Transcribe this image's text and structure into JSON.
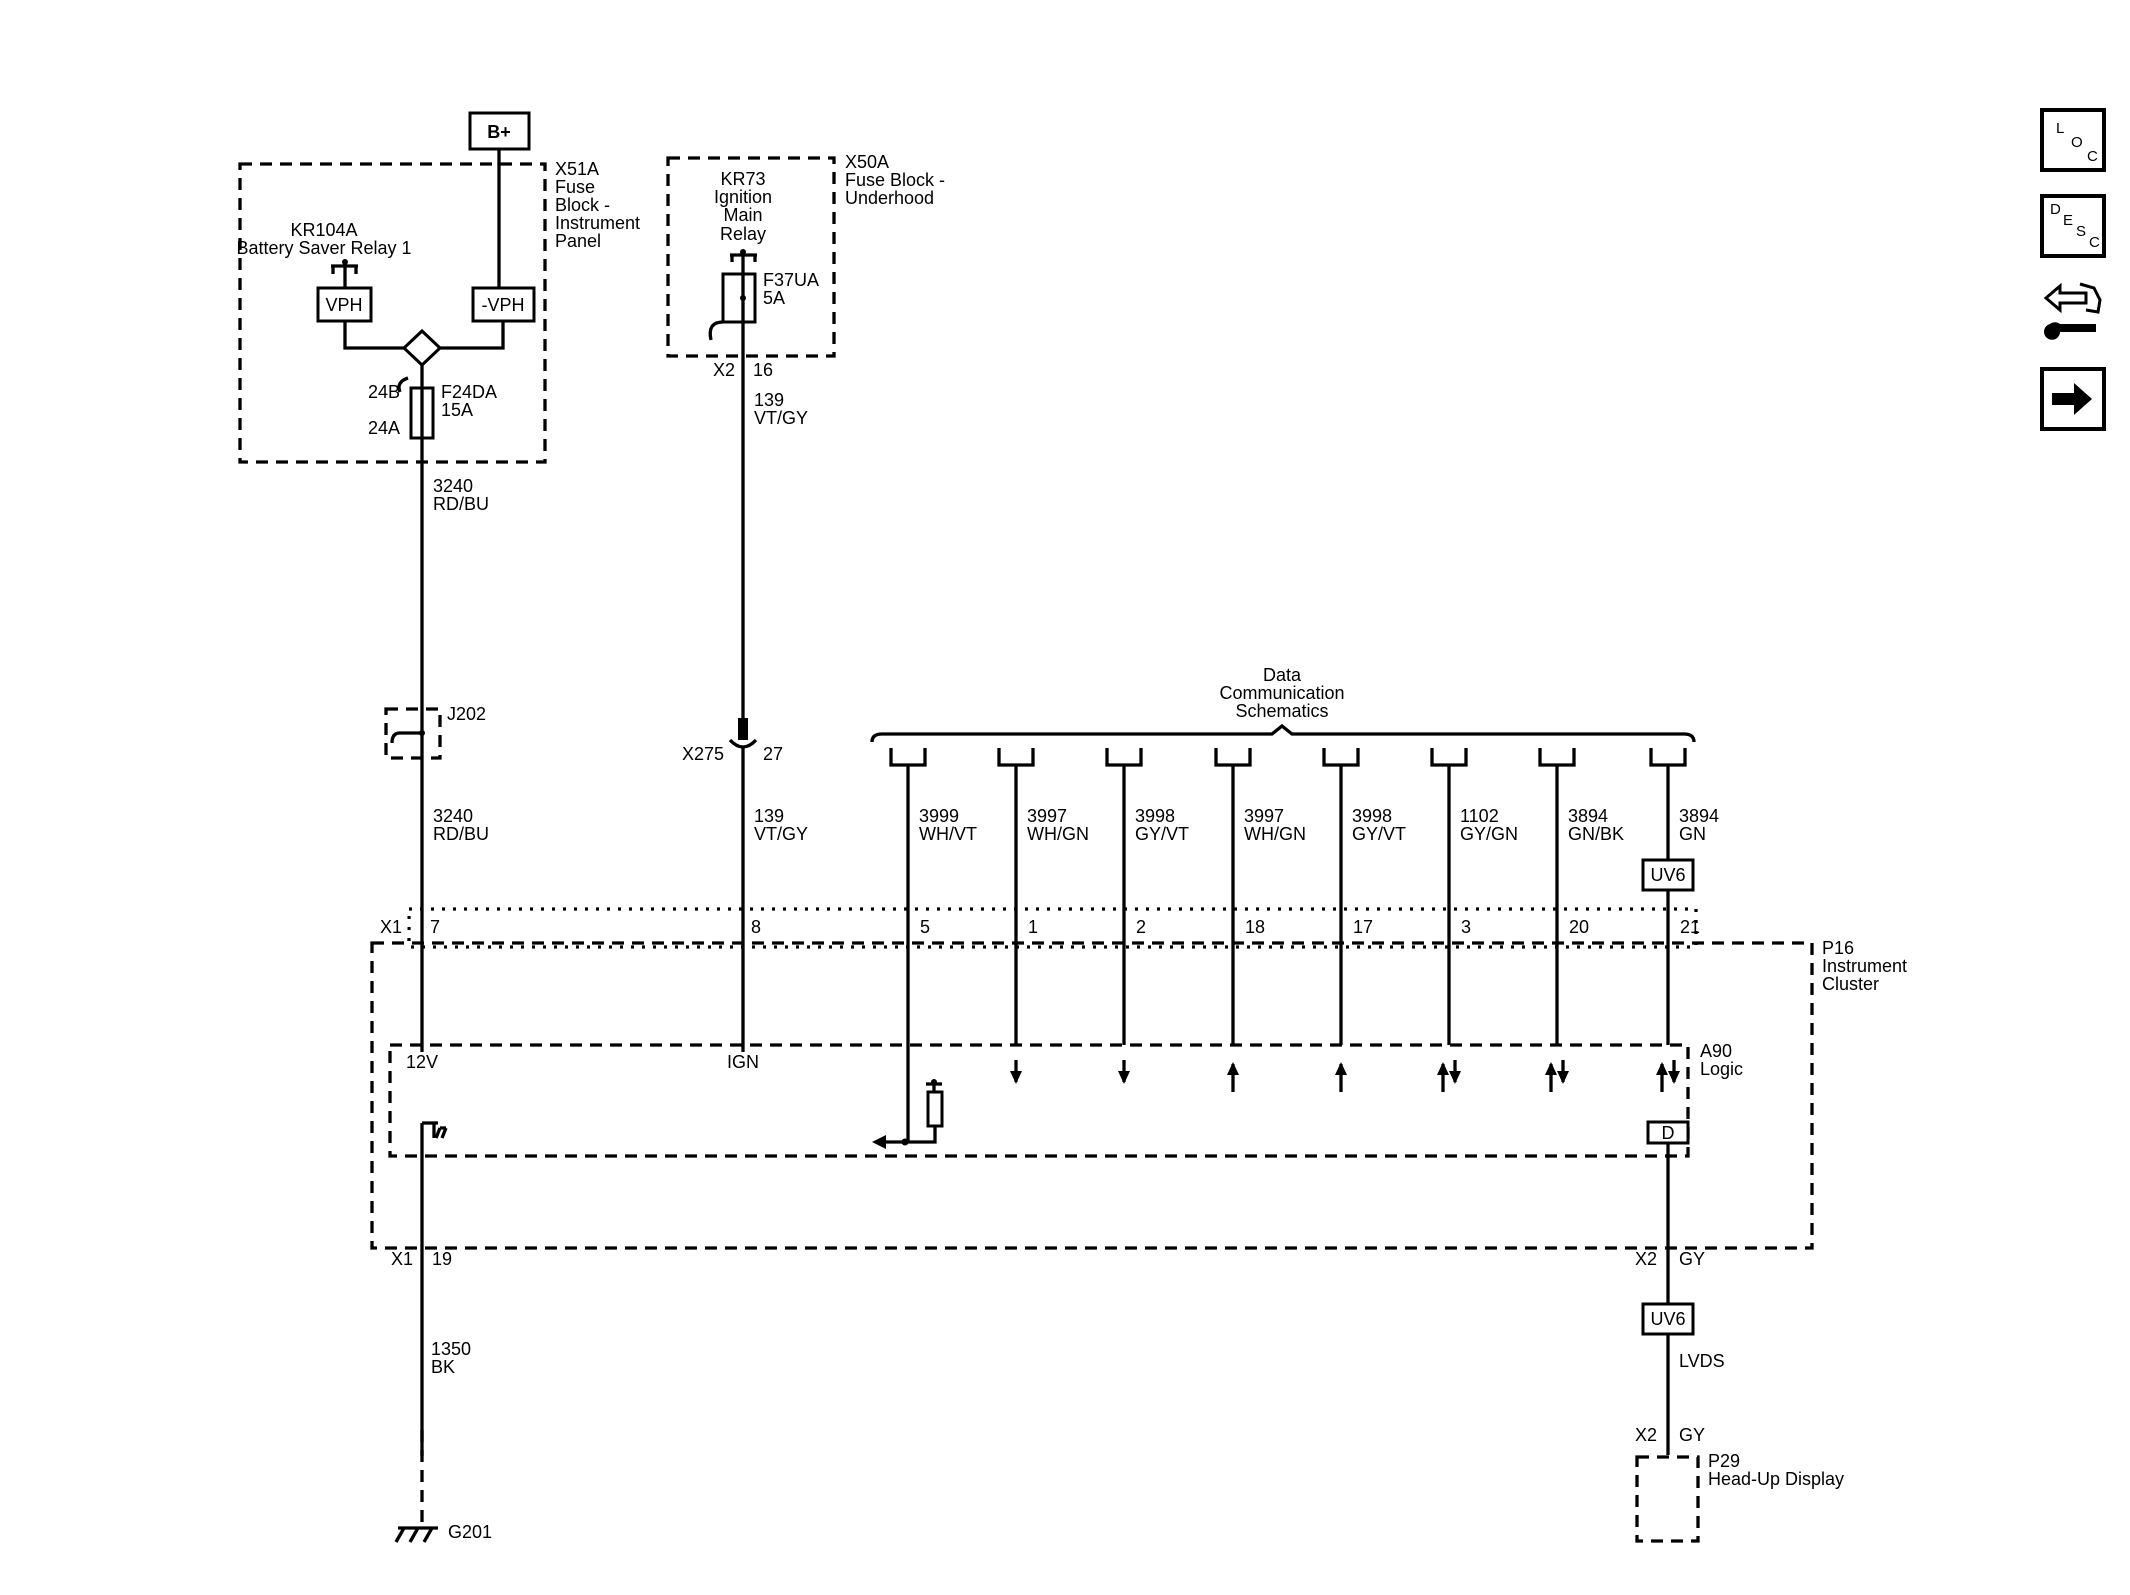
{
  "power": {
    "bplus": "B+"
  },
  "fuse_block_ip": {
    "ref": "X51A",
    "l1": "Fuse",
    "l2": "Block -",
    "l3": "Instrument",
    "l4": "Panel"
  },
  "relay_kr104a": {
    "ref": "KR104A",
    "name": "Battery Saver Relay 1",
    "vph": "VPH",
    "nvph": "-VPH"
  },
  "fuse_f24da": {
    "ref": "F24DA",
    "rating": "15A",
    "pin_top": "24B",
    "pin_bottom": "24A"
  },
  "fuse_block_uh": {
    "ref": "X50A",
    "l1": "Fuse Block -",
    "l2": "Underhood"
  },
  "relay_kr73": {
    "ref": "KR73",
    "l1": "Ignition",
    "l2": "Main",
    "l3": "Relay"
  },
  "fuse_f37ua": {
    "ref": "F37UA",
    "rating": "5A"
  },
  "x50a_conn": {
    "ref": "X2",
    "pin": "16"
  },
  "wire_3240_a": {
    "num": "3240",
    "color": "RD/BU"
  },
  "wire_3240_b": {
    "num": "3240",
    "color": "RD/BU"
  },
  "wire_139_a": {
    "num": "139",
    "color": "VT/GY"
  },
  "wire_139_b": {
    "num": "139",
    "color": "VT/GY"
  },
  "splice": {
    "ref": "J202"
  },
  "inline_conn": {
    "ref": "X275",
    "pin": "27"
  },
  "data_comm": {
    "l1": "Data",
    "l2": "Communication",
    "l3": "Schematics"
  },
  "data_wires": [
    {
      "num": "3999",
      "color": "WH/VT",
      "pin": "5"
    },
    {
      "num": "3997",
      "color": "WH/GN",
      "pin": "1"
    },
    {
      "num": "3998",
      "color": "GY/VT",
      "pin": "2"
    },
    {
      "num": "3997",
      "color": "WH/GN",
      "pin": "18"
    },
    {
      "num": "3998",
      "color": "GY/VT",
      "pin": "17"
    },
    {
      "num": "1102",
      "color": "GY/GN",
      "pin": "3"
    },
    {
      "num": "3894",
      "color": "GN/BK",
      "pin": "20"
    },
    {
      "num": "3894",
      "color": "GN",
      "pin": "21"
    }
  ],
  "uv6_label": "UV6",
  "cluster": {
    "conn": "X1",
    "pin_12v": "7",
    "pin_ign": "8",
    "ref": "P16",
    "l1": "Instrument",
    "l2": "Cluster"
  },
  "logic": {
    "ref": "A90",
    "name": "Logic",
    "v12": "12V",
    "ign": "IGN",
    "d": "D"
  },
  "ground_conn": {
    "ref": "X1",
    "pin": "19"
  },
  "x2_conn": {
    "ref": "X2",
    "color": "GY"
  },
  "wire_1350": {
    "num": "1350",
    "color": "BK"
  },
  "ground": {
    "ref": "G201"
  },
  "lvds": "LVDS",
  "x2_conn_b": {
    "ref": "X2",
    "color": "GY"
  },
  "hud": {
    "ref": "P29",
    "name": "Head-Up Display"
  },
  "nav": {
    "loc": [
      "L",
      "O",
      "C"
    ],
    "desc": [
      "D",
      "E",
      "S",
      "C"
    ]
  }
}
